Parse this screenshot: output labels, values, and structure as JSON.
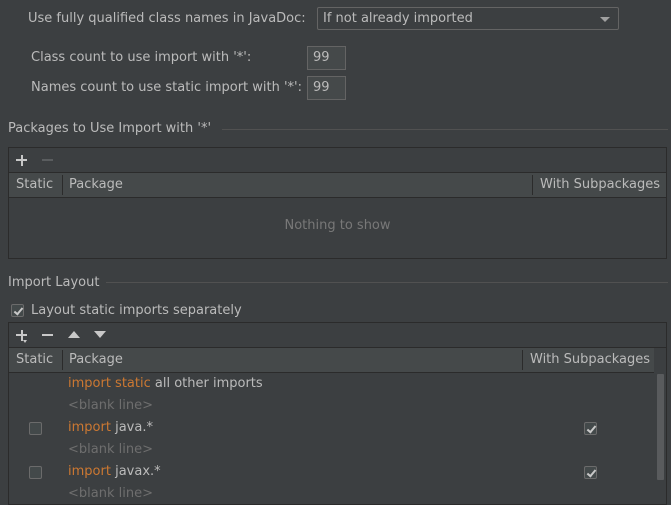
{
  "javadoc": {
    "label": "Use fully qualified class names in JavaDoc:",
    "selected": "If not already imported"
  },
  "class_count": {
    "label": "Class count to use import with '*':",
    "value": "99"
  },
  "names_count": {
    "label": "Names count to use static import with '*':",
    "value": "99"
  },
  "packages_section": {
    "title": "Packages to Use Import with '*'",
    "toolbar": {
      "add": "add-icon",
      "remove": "remove-icon"
    },
    "columns": [
      "Static",
      "Package",
      "With Subpackages"
    ],
    "empty_text": "Nothing to show"
  },
  "import_layout": {
    "title": "Import Layout",
    "layout_static_separately": {
      "label": "Layout static imports separately",
      "checked": true
    },
    "toolbar": {
      "add": "add-icon",
      "remove": "remove-icon",
      "move_up": "move-up-icon",
      "move_down": "move-down-icon"
    },
    "columns": [
      "Static",
      "Package",
      "With Subpackages"
    ],
    "rows": [
      {
        "type": "entry",
        "keyword": "import static",
        "package": "all other imports",
        "static_checkbox": null,
        "with_subpackages": null
      },
      {
        "type": "blank",
        "text": "<blank line>"
      },
      {
        "type": "entry",
        "keyword": "import",
        "package": "java.*",
        "static_checkbox": false,
        "with_subpackages": true
      },
      {
        "type": "blank",
        "text": "<blank line>"
      },
      {
        "type": "entry",
        "keyword": "import",
        "package": "javax.*",
        "static_checkbox": false,
        "with_subpackages": true
      },
      {
        "type": "blank",
        "text": "<blank line>"
      }
    ]
  },
  "colors": {
    "background": "#3c3f41",
    "keyword": "#cc7832",
    "text": "#bbbbbb",
    "muted": "#787878",
    "header_bg": "#45494a",
    "border": "#2b2b2b"
  }
}
